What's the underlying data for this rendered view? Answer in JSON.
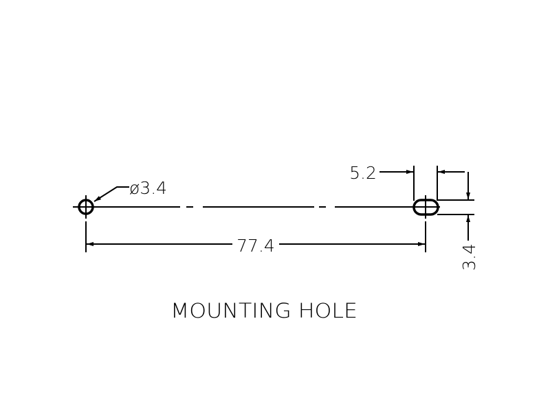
{
  "drawing": {
    "title": "MOUNTING HOLE",
    "dimensions": {
      "hole_diameter": "ø3.4",
      "hole_spacing": "77.4",
      "slot_length": "5.2",
      "slot_width": "3.4"
    },
    "line_color": "#000000"
  }
}
